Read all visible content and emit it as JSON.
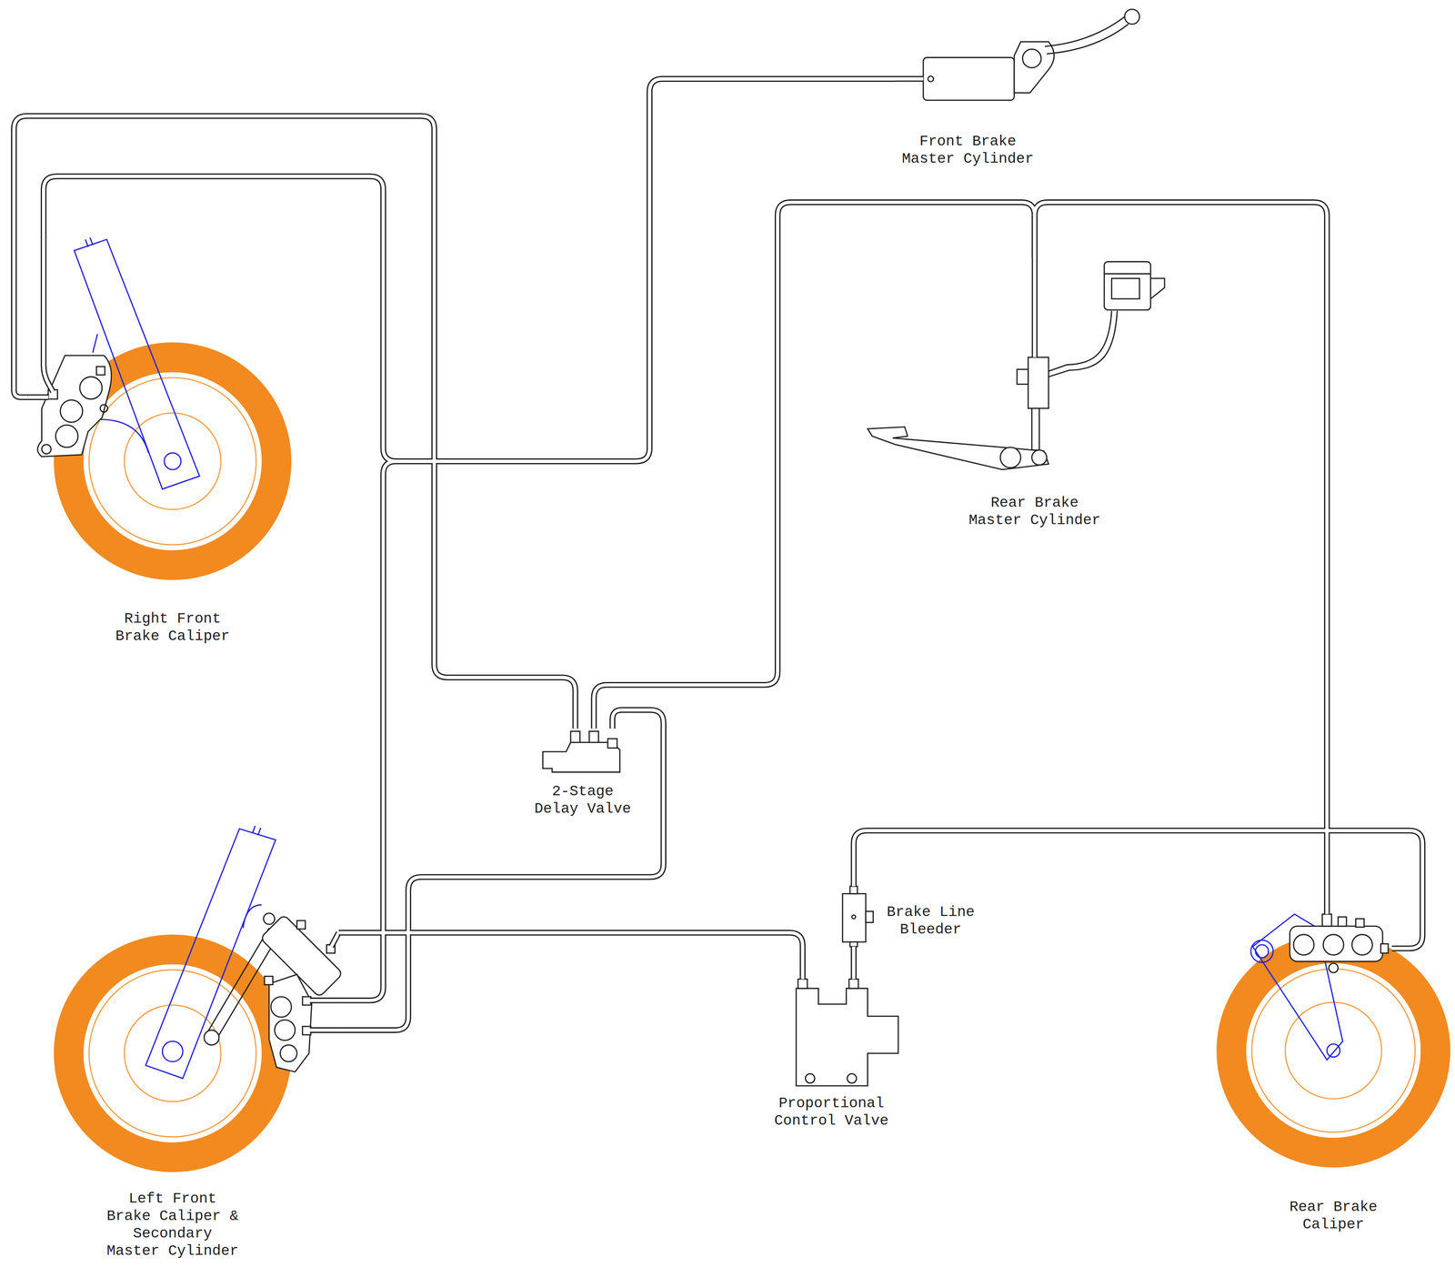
{
  "diagram": {
    "nodes": [
      {
        "text": [
          "Front Brake Master Cylinder"
        ]
      },
      {
        "text": [
          "Right Front Brake Caliper"
        ]
      },
      {
        "text": [
          "Rear Brake Master Cylinder"
        ]
      },
      {
        "text": [
          "2-Stage Delay Valve"
        ]
      },
      {
        "text": [
          "Left Front Brake Caliper & Secondary Master Cylinder"
        ]
      },
      {
        "text": [
          "Brake Line Bleeder"
        ]
      },
      {
        "text": [
          "Proportional Control Valve"
        ]
      },
      {
        "text": [
          "Rear Brake Caliper"
        ]
      }
    ],
    "edges": [
      {
        "from": 0,
        "to": 1,
        "arrow": "none"
      },
      {
        "from": 0,
        "to": 4,
        "arrow": "none"
      },
      {
        "from": 1,
        "to": 3,
        "arrow": "none"
      },
      {
        "from": 2,
        "to": 3,
        "arrow": "none"
      },
      {
        "from": 2,
        "to": 7,
        "arrow": "none"
      },
      {
        "from": 3,
        "to": 4,
        "arrow": "none"
      },
      {
        "from": 4,
        "to": 6,
        "arrow": "none"
      },
      {
        "from": 6,
        "to": 5,
        "arrow": "none"
      },
      {
        "from": 5,
        "to": 7,
        "arrow": "none"
      }
    ]
  }
}
